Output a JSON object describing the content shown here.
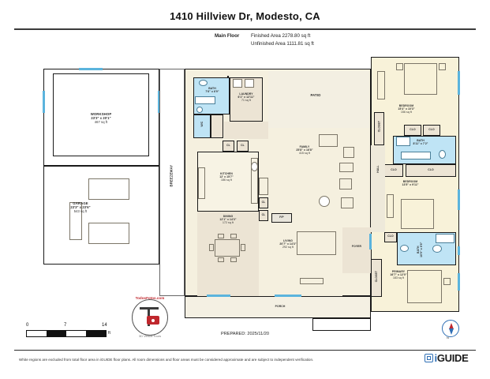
{
  "header": {
    "title": "1410 Hillview Dr, Modesto, CA",
    "floor_label": "Main Floor",
    "finished_area": "Finished Area 2278.80 sq ft",
    "unfinished_area": "Unfinished Area 1111.81 sq ft"
  },
  "rooms": {
    "workshop": {
      "name": "WORKSHOP",
      "dims": "23'3\" x 20'1\"",
      "area": "467 sq ft"
    },
    "garage": {
      "name": "GARAGE",
      "dims": "23'3\" x 23'6\"",
      "area": "543 sq ft"
    },
    "breezeway": {
      "name": "BREEZEWAY"
    },
    "bath_front": {
      "name": "BATH",
      "dims": "7'6\" x 6'9\""
    },
    "laundry": {
      "name": "LAUNDRY",
      "dims": "6'1\" x 12'11\"",
      "area": "71 sq ft"
    },
    "kitchen": {
      "name": "KITCHEN",
      "dims": "12' x 15'7\"",
      "area": "186 sq ft"
    },
    "family": {
      "name": "FAMILY",
      "dims": "25'8\" x 16'8\"",
      "area": "415 sq ft"
    },
    "dining": {
      "name": "DINING",
      "dims": "12'1\" x 14'3\"",
      "area": "172 sq ft"
    },
    "living": {
      "name": "LIVING",
      "dims": "20'7\" x 14'3\"",
      "area": "292 sq ft"
    },
    "patio": {
      "name": "PATIO"
    },
    "porch": {
      "name": "PORCH"
    },
    "foyer": {
      "name": "FOYER"
    },
    "hall": {
      "name": "HALL"
    },
    "fireplace": {
      "name": "F/P"
    },
    "bedroom_top": {
      "name": "BEDROOM",
      "dims": "15'4\" x 10'3\"",
      "area": "156 sq ft"
    },
    "bath_mid": {
      "name": "BATH",
      "dims": "8'11\" x 7'2\""
    },
    "bedroom_mid": {
      "name": "BEDROOM",
      "dims": "13'5\" x 9'11\""
    },
    "bath_primary": {
      "name": "BATH",
      "dims": "10'9\" x 6'6\""
    },
    "primary": {
      "name": "PRIMARY",
      "dims": "16'7\" x 12'0\"",
      "area": "183 sq ft"
    }
  },
  "closets": {
    "cl": "CL",
    "clo": "CLO",
    "closet": "CLOSET",
    "wc": "W/C"
  },
  "scale": {
    "start": "0",
    "mid": "7",
    "end": "14",
    "unit": "ft"
  },
  "logo": {
    "top_text": "TodosFotos.com",
    "bottom_text": "3D Virtual Tours"
  },
  "prepared": "PREPARED: 2025/11/20",
  "disclaimer": "White regions are excluded from total floor area in iGUIDE floor plans. All room dimensions and floor areas must be considered approximate and are subject to independent verification.",
  "brand": {
    "name_left": "i",
    "name_right": "GUIDE",
    "full": "iGUIDE"
  },
  "north": {
    "label": "N"
  },
  "colors": {
    "wall": "#1a1a1a",
    "window": "#5bb4dd",
    "wet_room": "#bfe4f5",
    "bedroom": "#f8f2d9",
    "living": "#f5f0df",
    "accent_blue": "#2f6fb5",
    "accent_red": "#c0272d"
  }
}
